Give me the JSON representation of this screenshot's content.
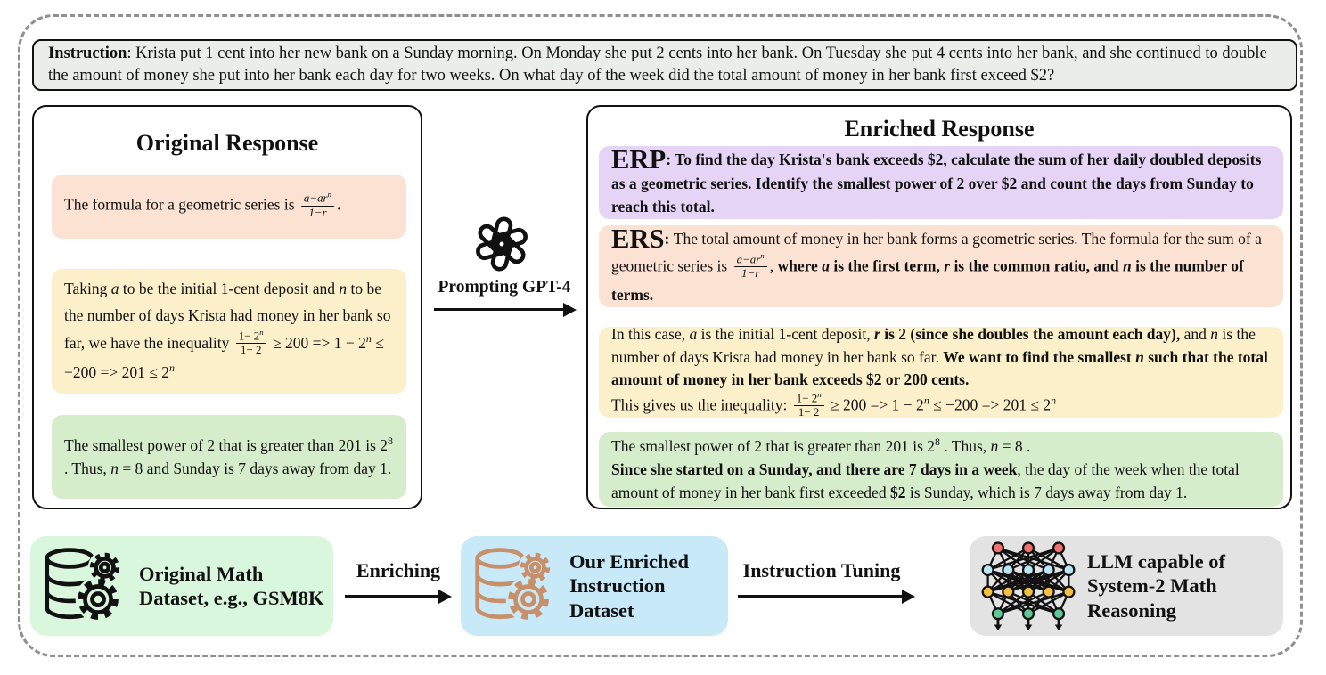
{
  "colors": {
    "figure_border": "#8f8f8f",
    "box_border": "#111111",
    "instruction_bg": "#e9eee9",
    "salmon": "#fbe2d2",
    "yellow": "#fcf0cb",
    "green": "#d5edcb",
    "lavender": "#e6d4f6",
    "pipeline_green": "#d9f7dc",
    "pipeline_blue": "#c7e9f8",
    "pipeline_gray": "#e3e3e3",
    "copper": "#c8906a",
    "nn_red": "#f0716d",
    "nn_blue": "#bce5f6",
    "nn_yellow": "#f5c042",
    "nn_green": "#5fc896"
  },
  "instruction": {
    "segments": [
      {
        "t": "Instruction",
        "b": 1
      },
      {
        "t": ": Krista put 1 cent into her new bank on a Sunday morning. On Monday she put 2 cents into her bank. On Tuesday she put 4 cents into her bank, and she continued to double the amount of money she put into her bank each day for two weeks. On what day of the week did the total amount of money in her bank first exceed $2?"
      }
    ]
  },
  "original_response": {
    "title": "Original Response",
    "cards": [
      {
        "bg": "salmon",
        "segments": [
          {
            "t": "The formula for a geometric series is "
          },
          {
            "frac": {
              "n": [
                {
                  "t": "a−ar",
                  "i": 1
                },
                {
                  "t": "n",
                  "i": 1,
                  "sup": 1
                }
              ],
              "d": [
                {
                  "t": "1−r",
                  "i": 1
                }
              ]
            }
          },
          {
            "t": "."
          }
        ]
      },
      {
        "bg": "yellow",
        "segments": [
          {
            "t": "Taking "
          },
          {
            "t": "a",
            "i": 1
          },
          {
            "t": " to be the initial 1-cent deposit and "
          },
          {
            "t": "n",
            "i": 1
          },
          {
            "t": " to be the number of days Krista had money in her bank so far, we have the inequality "
          },
          {
            "frac": {
              "n": [
                {
                  "t": "1− 2"
                },
                {
                  "t": "n",
                  "i": 1,
                  "sup": 1
                }
              ],
              "d": [
                {
                  "t": "1− 2"
                }
              ]
            }
          },
          {
            "t": " ≥ 200 => 1 − 2"
          },
          {
            "t": "n",
            "i": 1,
            "sup": 1
          },
          {
            "t": " ≤ −200 => 201 ≤ 2"
          },
          {
            "t": "n",
            "i": 1,
            "sup": 1
          }
        ]
      },
      {
        "bg": "green",
        "segments": [
          {
            "t": "The smallest power of 2 that is greater than 201 is 2"
          },
          {
            "t": "8",
            "sup": 1
          },
          {
            "t": " . Thus, "
          },
          {
            "t": "n",
            "i": 1
          },
          {
            "t": " = 8 and Sunday is 7 days away from day 1."
          }
        ]
      }
    ]
  },
  "prompting": {
    "label": "Prompting GPT-4",
    "icon": "openai-logo"
  },
  "enriched_response": {
    "title": "Enriched Response",
    "cards": [
      {
        "bg": "lavender",
        "segments": [
          {
            "t": "ERP",
            "b": 1,
            "big": 1
          },
          {
            "t": ": ",
            "b": 1
          },
          {
            "t": "To find the day Krista's bank exceeds $2, calculate the sum of her daily doubled deposits as a geometric series. Identify the smallest power of 2 over $2 and count the days from Sunday to reach this total.",
            "b": 1
          }
        ]
      },
      {
        "bg": "salmon",
        "segments": [
          {
            "t": "ERS",
            "b": 1,
            "big": 1
          },
          {
            "t": ": ",
            "b": 1
          },
          {
            "t": "The total amount of money in her bank forms a geometric series. The formula for the sum of a geometric series is "
          },
          {
            "frac": {
              "n": [
                {
                  "t": "a−ar",
                  "i": 1
                },
                {
                  "t": "n",
                  "i": 1,
                  "sup": 1
                }
              ],
              "d": [
                {
                  "t": "1−r",
                  "i": 1
                }
              ]
            }
          },
          {
            "t": ", "
          },
          {
            "t": "where ",
            "b": 1
          },
          {
            "t": "a",
            "b": 1,
            "i": 1
          },
          {
            "t": " is the first term, ",
            "b": 1
          },
          {
            "t": "r",
            "b": 1,
            "i": 1
          },
          {
            "t": " is the common ratio, and ",
            "b": 1
          },
          {
            "t": "n",
            "b": 1,
            "i": 1
          },
          {
            "t": " is the number of terms.",
            "b": 1
          }
        ]
      },
      {
        "bg": "yellow",
        "segments": [
          {
            "t": "In this case, "
          },
          {
            "t": "a",
            "i": 1
          },
          {
            "t": " is the initial 1-cent deposit, "
          },
          {
            "t": "r",
            "b": 1,
            "i": 1
          },
          {
            "t": " is 2 (since she doubles the amount each day),",
            "b": 1
          },
          {
            "t": " and "
          },
          {
            "t": "n",
            "i": 1
          },
          {
            "t": " is the number of days Krista had money in her bank so far. "
          },
          {
            "t": "We want to find the smallest ",
            "b": 1
          },
          {
            "t": "n",
            "b": 1,
            "i": 1
          },
          {
            "t": " such that the total amount of money in her bank exceeds $2 or 200 cents.",
            "b": 1
          },
          {
            "br": 1
          },
          {
            "t": "This gives us the inequality: "
          },
          {
            "frac": {
              "n": [
                {
                  "t": "1− 2"
                },
                {
                  "t": "n",
                  "i": 1,
                  "sup": 1
                }
              ],
              "d": [
                {
                  "t": "1− 2"
                }
              ]
            }
          },
          {
            "t": " ≥ 200 => 1 − 2"
          },
          {
            "t": "n",
            "i": 1,
            "sup": 1
          },
          {
            "t": " ≤ −200 => 201 ≤ 2"
          },
          {
            "t": "n",
            "i": 1,
            "sup": 1
          }
        ]
      },
      {
        "bg": "green",
        "segments": [
          {
            "t": "The smallest power of 2 that is greater than 201 is 2"
          },
          {
            "t": "8",
            "sup": 1
          },
          {
            "t": " . Thus, "
          },
          {
            "t": "n",
            "i": 1
          },
          {
            "t": " = 8 ."
          },
          {
            "br": 1
          },
          {
            "t": "Since she started on a Sunday, and there are 7 days in a week",
            "b": 1
          },
          {
            "t": ", the day of the week when the total amount of money in her bank first exceeded "
          },
          {
            "t": "$2",
            "b": 1
          },
          {
            "t": " is Sunday, which is 7 days away from day 1."
          }
        ]
      }
    ]
  },
  "pipeline": {
    "nodes": [
      {
        "label": "Original Math Dataset, e.g., GSM8K",
        "bg": "pipeline_green",
        "icon": "database-gears-icon"
      },
      {
        "label": "Our Enriched Instruction Dataset",
        "bg": "pipeline_blue",
        "icon": "database-gears-icon"
      },
      {
        "label": "LLM capable of System-2 Math Reasoning",
        "bg": "pipeline_gray",
        "icon": "neural-network-icon"
      }
    ],
    "arrows": [
      {
        "label": "Enriching"
      },
      {
        "label": "Instruction Tuning"
      }
    ]
  }
}
